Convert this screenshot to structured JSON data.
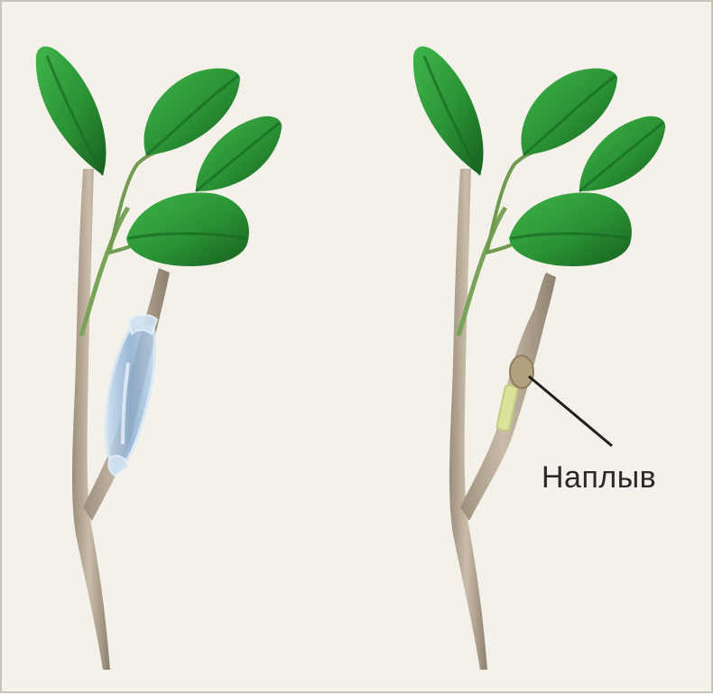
{
  "figure": {
    "panels": [
      {
        "id": "left",
        "state": "wrapped"
      },
      {
        "id": "right",
        "state": "unwrapped"
      }
    ],
    "callout_label": "Наплыв"
  },
  "colors": {
    "background": "#f3f1ea",
    "stem": "#b7a995",
    "leaf": "#2f9a3a",
    "leaf_dark": "#1d6e28",
    "wrap": "#8fb4d8",
    "graft_band": "#d8df9a"
  }
}
